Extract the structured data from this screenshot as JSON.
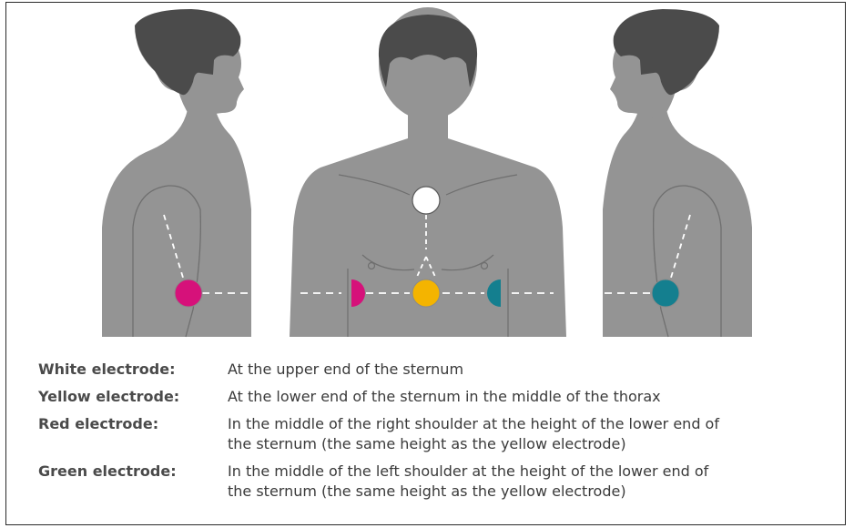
{
  "legend": [
    {
      "term": "White electrode:",
      "desc": "At the upper end of the sternum"
    },
    {
      "term": "Yellow electrode:",
      "desc": "At the lower end of the sternum in the middle of the thorax"
    },
    {
      "term": "Red electrode:",
      "desc": "In the middle of the right shoulder at the height of the lower end of\nthe sternum (the same height as the yellow electrode)"
    },
    {
      "term": "Green electrode:",
      "desc": "In the middle of the left shoulder at the height of the lower end of\nthe sternum (the same height as the yellow electrode)"
    }
  ],
  "colors": {
    "body": "#949494",
    "hair": "#4b4b4b",
    "white_electrode": "#ffffff",
    "yellow_electrode": "#f4b400",
    "red_electrode": "#d6117a",
    "green_electrode": "#147f8f"
  }
}
